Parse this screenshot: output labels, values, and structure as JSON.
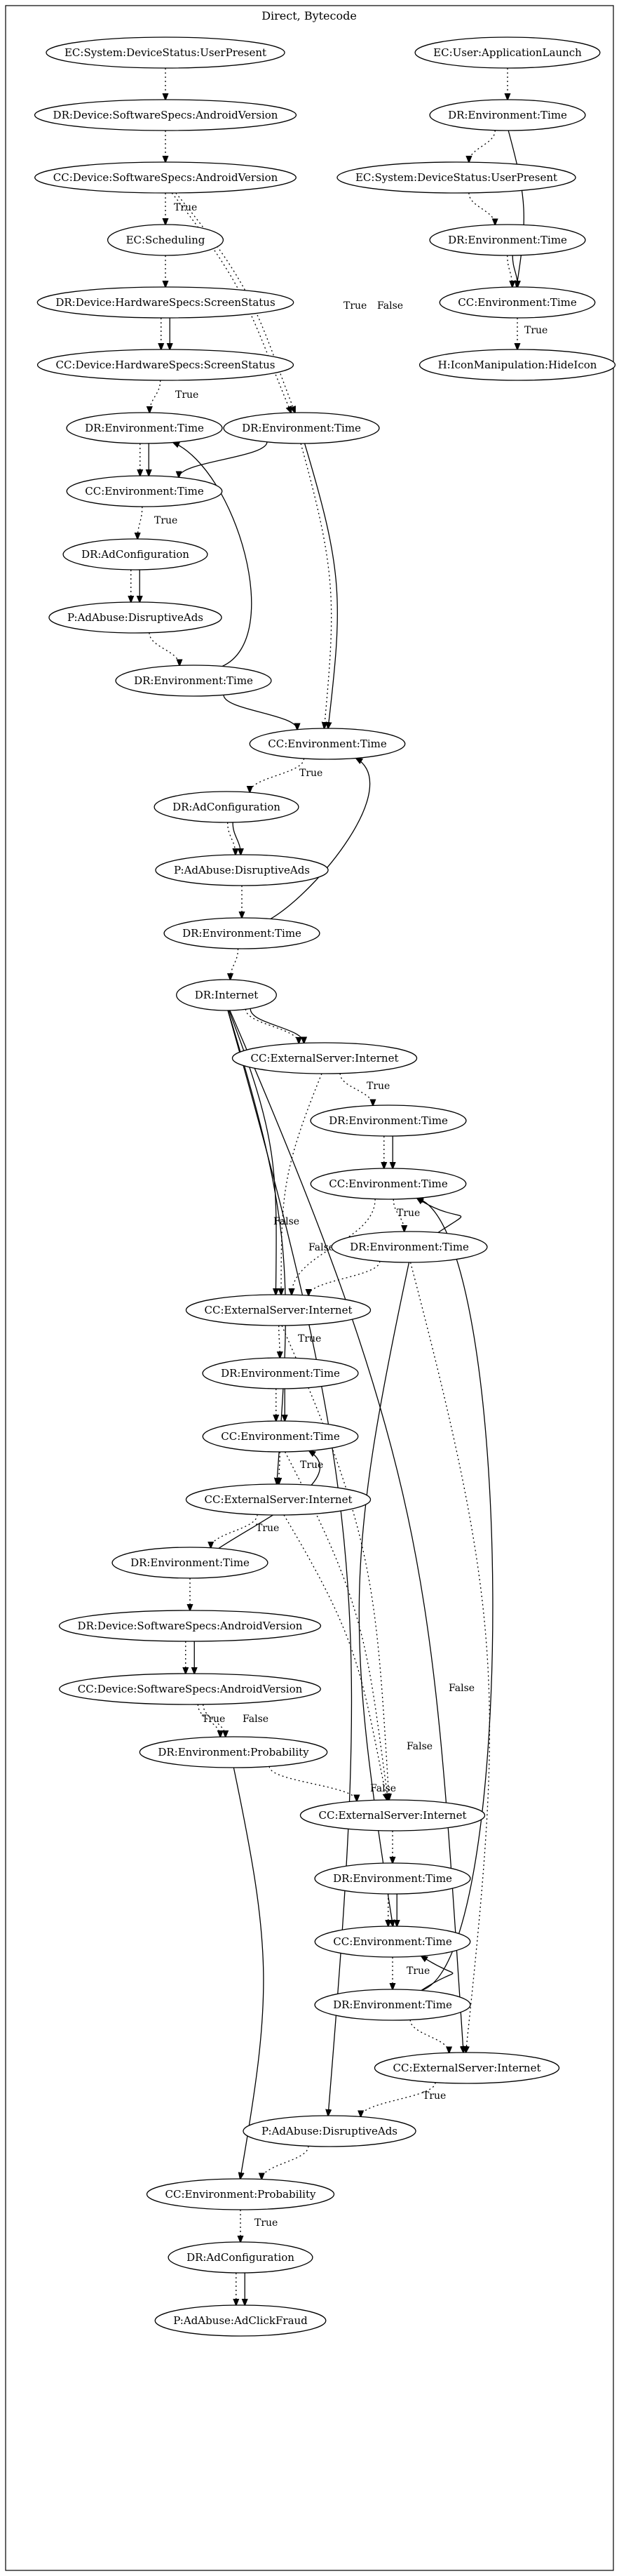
{
  "graph_title": "Direct, Bytecode",
  "nodes": {
    "n1": "EC:System:DeviceStatus:UserPresent",
    "n2": "DR:Device:SoftwareSpecs:AndroidVersion",
    "n3": "CC:Device:SoftwareSpecs:AndroidVersion",
    "n4": "EC:Scheduling",
    "n5": "DR:Device:HardwareSpecs:ScreenStatus",
    "n6": "CC:Device:HardwareSpecs:ScreenStatus",
    "n7": "DR:Environment:Time",
    "n8": "CC:Environment:Time",
    "n9": "DR:AdConfiguration",
    "n10": "P:AdAbuse:DisruptiveAds",
    "n11": "DR:Environment:Time",
    "n12": "DR:Environment:Time",
    "n13": "CC:Environment:Time",
    "n14": "DR:AdConfiguration",
    "n15": "P:AdAbuse:DisruptiveAds",
    "n16": "DR:Environment:Time",
    "n17": "DR:Internet",
    "n18": "CC:ExternalServer:Internet",
    "n19": "DR:Environment:Time",
    "n20": "CC:Environment:Time",
    "n21": "DR:Environment:Time",
    "n22": "CC:ExternalServer:Internet",
    "n23": "DR:Environment:Time",
    "n24": "CC:Environment:Time",
    "n25": "CC:ExternalServer:Internet",
    "n26": "DR:Environment:Time",
    "n27": "DR:Device:SoftwareSpecs:AndroidVersion",
    "n28": "CC:Device:SoftwareSpecs:AndroidVersion",
    "n29": "DR:Environment:Probability",
    "n30": "CC:ExternalServer:Internet",
    "n31": "DR:Environment:Time",
    "n32": "CC:Environment:Time",
    "n33": "DR:Environment:Time",
    "n34": "CC:ExternalServer:Internet",
    "n35": "P:AdAbuse:DisruptiveAds",
    "n36": "CC:Environment:Probability",
    "n37": "DR:AdConfiguration",
    "n38": "P:AdAbuse:AdClickFraud",
    "n39": "EC:User:ApplicationLaunch",
    "n40": "DR:Environment:Time",
    "n41": "EC:System:DeviceStatus:UserPresent",
    "n42": "DR:Environment:Time",
    "n43": "CC:Environment:Time",
    "n44": "H:IconManipulation:HideIcon"
  },
  "edge_labels": {
    "true": "True",
    "false": "False"
  },
  "edges": [
    {
      "from": "n1",
      "to": "n2",
      "style": "dotted"
    },
    {
      "from": "n2",
      "to": "n3",
      "style": "dotted"
    },
    {
      "from": "n3",
      "to": "n4",
      "style": "dotted",
      "label": "true"
    },
    {
      "from": "n3",
      "to": "n12",
      "style": "dotted",
      "label": "true"
    },
    {
      "from": "n3",
      "to": "n12",
      "style": "dotted",
      "label": "false"
    },
    {
      "from": "n4",
      "to": "n5",
      "style": "dotted"
    },
    {
      "from": "n5",
      "to": "n6",
      "style": "dotted"
    },
    {
      "from": "n5",
      "to": "n6",
      "style": "solid"
    },
    {
      "from": "n6",
      "to": "n7",
      "style": "dotted",
      "label": "true"
    },
    {
      "from": "n7",
      "to": "n8",
      "style": "dotted"
    },
    {
      "from": "n7",
      "to": "n8",
      "style": "solid"
    },
    {
      "from": "n12",
      "to": "n8",
      "style": "solid"
    },
    {
      "from": "n8",
      "to": "n9",
      "style": "dotted",
      "label": "true"
    },
    {
      "from": "n9",
      "to": "n10",
      "style": "dotted"
    },
    {
      "from": "n9",
      "to": "n10",
      "style": "solid"
    },
    {
      "from": "n10",
      "to": "n11",
      "style": "dotted"
    },
    {
      "from": "n11",
      "to": "n7",
      "style": "solid"
    },
    {
      "from": "n11",
      "to": "n13",
      "style": "solid"
    },
    {
      "from": "n12",
      "to": "n13",
      "style": "dotted"
    },
    {
      "from": "n12",
      "to": "n13",
      "style": "solid"
    },
    {
      "from": "n13",
      "to": "n14",
      "style": "dotted",
      "label": "true"
    },
    {
      "from": "n14",
      "to": "n15",
      "style": "dotted"
    },
    {
      "from": "n14",
      "to": "n15",
      "style": "solid"
    },
    {
      "from": "n15",
      "to": "n16",
      "style": "dotted"
    },
    {
      "from": "n16",
      "to": "n13",
      "style": "solid"
    },
    {
      "from": "n16",
      "to": "n17",
      "style": "dotted"
    },
    {
      "from": "n17",
      "to": "n18",
      "style": "dotted"
    },
    {
      "from": "n17",
      "to": "n18",
      "style": "solid"
    },
    {
      "from": "n17",
      "to": "n22",
      "style": "solid"
    },
    {
      "from": "n17",
      "to": "n25",
      "style": "solid"
    },
    {
      "from": "n17",
      "to": "n34",
      "style": "solid"
    },
    {
      "from": "n17",
      "to": "n35",
      "style": "solid"
    },
    {
      "from": "n18",
      "to": "n19",
      "style": "dotted",
      "label": "true"
    },
    {
      "from": "n18",
      "to": "n22",
      "style": "dotted",
      "label": "false"
    },
    {
      "from": "n19",
      "to": "n20",
      "style": "dotted"
    },
    {
      "from": "n19",
      "to": "n20",
      "style": "solid"
    },
    {
      "from": "n20",
      "to": "n21",
      "style": "dotted",
      "label": "true"
    },
    {
      "from": "n20",
      "to": "n22",
      "style": "dotted",
      "label": "false"
    },
    {
      "from": "n21",
      "to": "n20",
      "style": "solid"
    },
    {
      "from": "n21",
      "to": "n22",
      "style": "dotted"
    },
    {
      "from": "n21",
      "to": "n32",
      "style": "solid"
    },
    {
      "from": "n21",
      "to": "n34",
      "style": "dotted"
    },
    {
      "from": "n22",
      "to": "n23",
      "style": "dotted",
      "label": "true"
    },
    {
      "from": "n22",
      "to": "n30",
      "style": "dotted",
      "label": "false"
    },
    {
      "from": "n23",
      "to": "n24",
      "style": "dotted"
    },
    {
      "from": "n23",
      "to": "n24",
      "style": "solid"
    },
    {
      "from": "n24",
      "to": "n25",
      "style": "dotted",
      "label": "true"
    },
    {
      "from": "n24",
      "to": "n30",
      "style": "dotted",
      "label": "false"
    },
    {
      "from": "n25",
      "to": "n26",
      "style": "dotted",
      "label": "true"
    },
    {
      "from": "n25",
      "to": "n30",
      "style": "dotted",
      "label": "false"
    },
    {
      "from": "n26",
      "to": "n24",
      "style": "solid"
    },
    {
      "from": "n26",
      "to": "n27",
      "style": "dotted"
    },
    {
      "from": "n27",
      "to": "n28",
      "style": "dotted"
    },
    {
      "from": "n27",
      "to": "n28",
      "style": "solid"
    },
    {
      "from": "n28",
      "to": "n29",
      "style": "dotted",
      "label": "true"
    },
    {
      "from": "n28",
      "to": "n29",
      "style": "dotted",
      "label": "false"
    },
    {
      "from": "n29",
      "to": "n30",
      "style": "dotted"
    },
    {
      "from": "n29",
      "to": "n36",
      "style": "solid"
    },
    {
      "from": "n30",
      "to": "n31",
      "style": "dotted"
    },
    {
      "from": "n31",
      "to": "n32",
      "style": "dotted"
    },
    {
      "from": "n31",
      "to": "n32",
      "style": "solid"
    },
    {
      "from": "n32",
      "to": "n33",
      "style": "dotted",
      "label": "true"
    },
    {
      "from": "n33",
      "to": "n32",
      "style": "solid"
    },
    {
      "from": "n33",
      "to": "n20",
      "style": "solid"
    },
    {
      "from": "n33",
      "to": "n34",
      "style": "dotted"
    },
    {
      "from": "n34",
      "to": "n35",
      "style": "dotted",
      "label": "true"
    },
    {
      "from": "n35",
      "to": "n36",
      "style": "dotted"
    },
    {
      "from": "n36",
      "to": "n37",
      "style": "dotted",
      "label": "true"
    },
    {
      "from": "n37",
      "to": "n38",
      "style": "dotted"
    },
    {
      "from": "n37",
      "to": "n38",
      "style": "solid"
    },
    {
      "from": "n39",
      "to": "n40",
      "style": "dotted"
    },
    {
      "from": "n40",
      "to": "n41",
      "style": "dotted"
    },
    {
      "from": "n40",
      "to": "n43",
      "style": "solid"
    },
    {
      "from": "n41",
      "to": "n42",
      "style": "dotted"
    },
    {
      "from": "n42",
      "to": "n43",
      "style": "dotted"
    },
    {
      "from": "n42",
      "to": "n43",
      "style": "solid"
    },
    {
      "from": "n43",
      "to": "n44",
      "style": "dotted",
      "label": "true"
    }
  ]
}
